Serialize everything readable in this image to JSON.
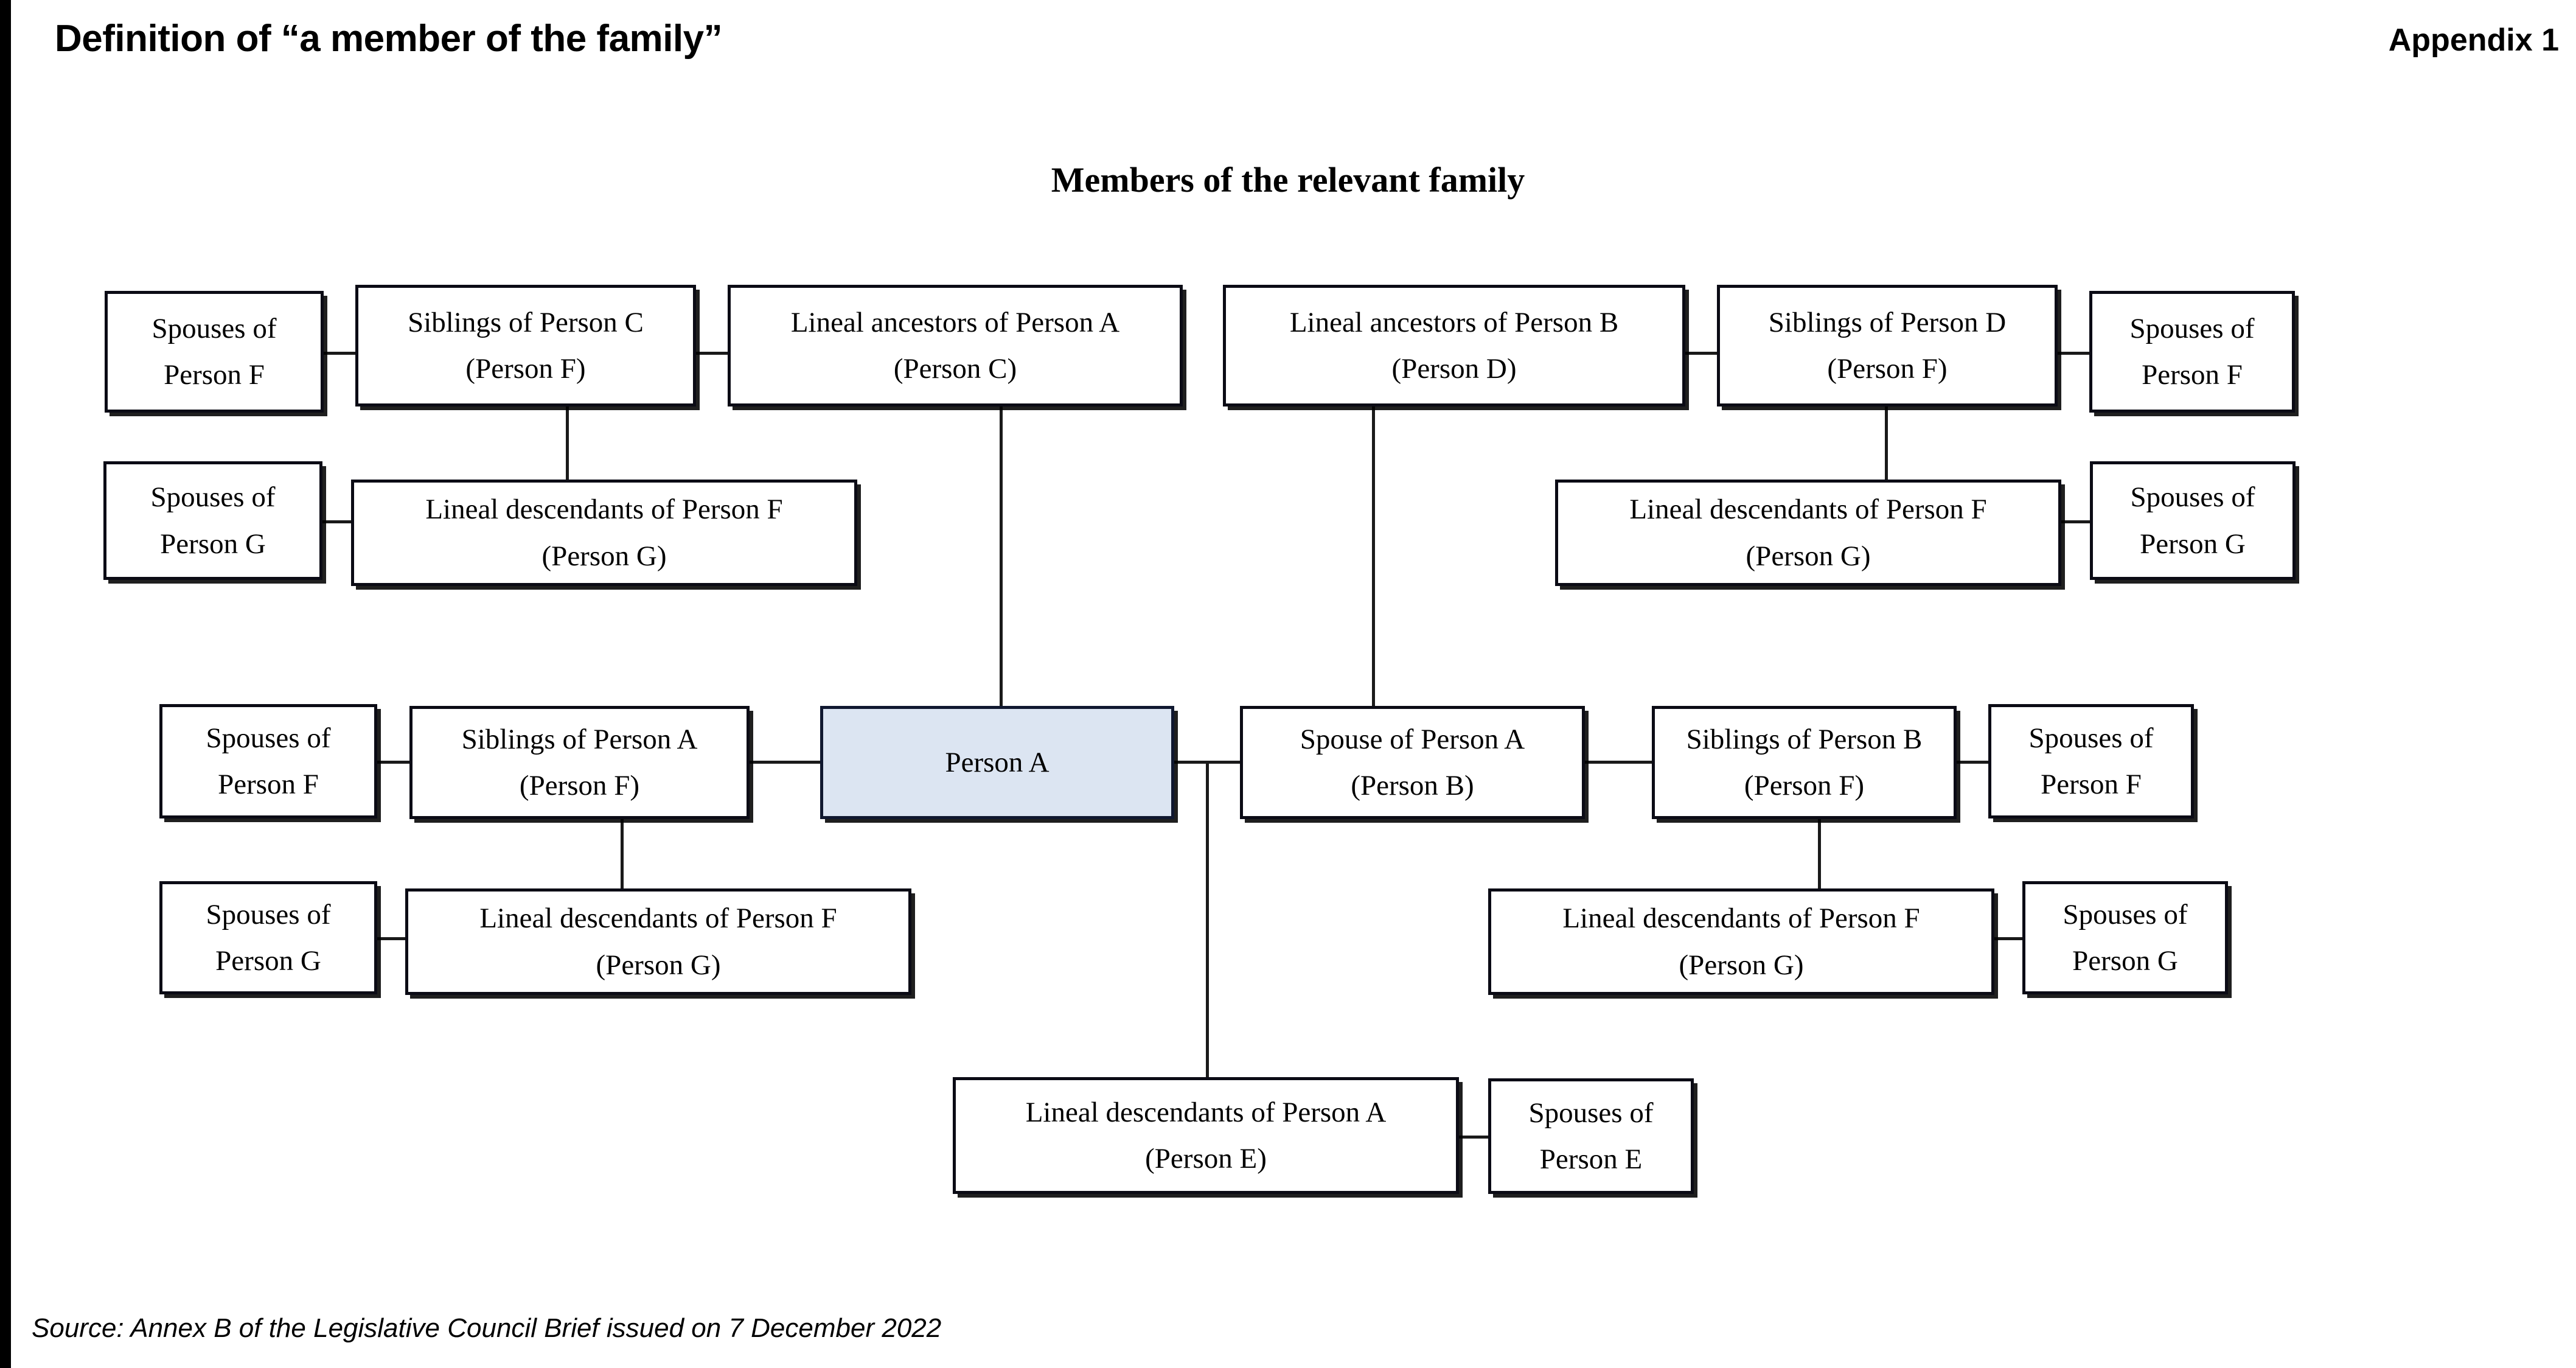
{
  "header": {
    "title": "Definition of “a member of the family”",
    "appendix": "Appendix 1"
  },
  "diagram": {
    "heading": "Members of the relevant family",
    "highlight_color": "#dce5f2",
    "border_color": "#0b0b15",
    "nodes": {
      "spouses_of_person_f_tl": {
        "line1": "Spouses of",
        "line2": "Person F"
      },
      "siblings_of_person_c": {
        "line1": "Siblings of Person C",
        "line2": "(Person F)"
      },
      "lineal_ancestors_person_a": {
        "line1": "Lineal ancestors of Person A",
        "line2": "(Person C)"
      },
      "lineal_ancestors_person_b": {
        "line1": "Lineal ancestors of Person B",
        "line2": "(Person D)"
      },
      "siblings_of_person_d": {
        "line1": "Siblings of Person D",
        "line2": "(Person F)"
      },
      "spouses_of_person_f_tr": {
        "line1": "Spouses of",
        "line2": "Person F"
      },
      "spouses_of_person_g_r2l": {
        "line1": "Spouses of",
        "line2": "Person G"
      },
      "lineal_desc_person_f_r2l": {
        "line1": "Lineal descendants of Person F",
        "line2": "(Person G)"
      },
      "lineal_desc_person_f_r2r": {
        "line1": "Lineal descendants of Person F",
        "line2": "(Person G)"
      },
      "spouses_of_person_g_r2r": {
        "line1": "Spouses of",
        "line2": "Person G"
      },
      "spouses_of_person_f_ml": {
        "line1": "Spouses of",
        "line2": "Person F"
      },
      "siblings_of_person_a": {
        "line1": "Siblings of Person A",
        "line2": "(Person F)"
      },
      "person_a": {
        "line1": "Person A",
        "line2": ""
      },
      "spouse_of_person_a": {
        "line1": "Spouse of Person A",
        "line2": "(Person B)"
      },
      "siblings_of_person_b": {
        "line1": "Siblings of Person B",
        "line2": "(Person F)"
      },
      "spouses_of_person_f_mr": {
        "line1": "Spouses of",
        "line2": "Person F"
      },
      "spouses_of_person_g_r4l": {
        "line1": "Spouses of",
        "line2": "Person G"
      },
      "lineal_desc_person_f_r4l": {
        "line1": "Lineal descendants of Person F",
        "line2": "(Person G)"
      },
      "lineal_desc_person_f_r4r": {
        "line1": "Lineal descendants of Person F",
        "line2": "(Person G)"
      },
      "spouses_of_person_g_r4r": {
        "line1": "Spouses of",
        "line2": "Person G"
      },
      "lineal_desc_person_a": {
        "line1": "Lineal descendants of Person A",
        "line2": "(Person E)"
      },
      "spouses_of_person_e": {
        "line1": "Spouses of",
        "line2": "Person E"
      }
    }
  },
  "footer": {
    "source": "Source: Annex B of the Legislative Council Brief issued on 7 December 2022"
  }
}
